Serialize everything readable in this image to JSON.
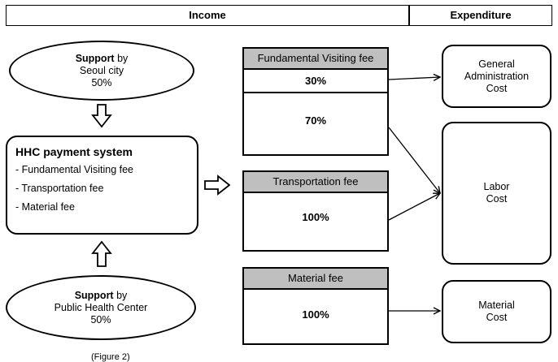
{
  "header": {
    "income": "Income",
    "expenditure": "Expenditure"
  },
  "support_seoul": {
    "bold": "Support",
    "rest": " by",
    "line2": "Seoul city",
    "line3": "50%"
  },
  "support_phc": {
    "bold": "Support",
    "rest": " by",
    "line2": "Public Health Center",
    "line3": "50%"
  },
  "hhc": {
    "title": "HHC payment system",
    "items": [
      "- Fundamental Visiting fee",
      "- Transportation fee",
      "- Material fee"
    ]
  },
  "fees": {
    "fundamental": {
      "label": "Fundamental Visiting fee",
      "pct_a": "30%",
      "pct_b": "70%"
    },
    "transportation": {
      "label": "Transportation fee",
      "pct": "100%"
    },
    "material": {
      "label": "Material fee",
      "pct": "100%"
    }
  },
  "expenditure": {
    "general": [
      "General",
      "Administration",
      "Cost"
    ],
    "labor": [
      "Labor",
      "Cost"
    ],
    "material": [
      "Material",
      "Cost"
    ]
  },
  "caption": "(Figure 2)"
}
